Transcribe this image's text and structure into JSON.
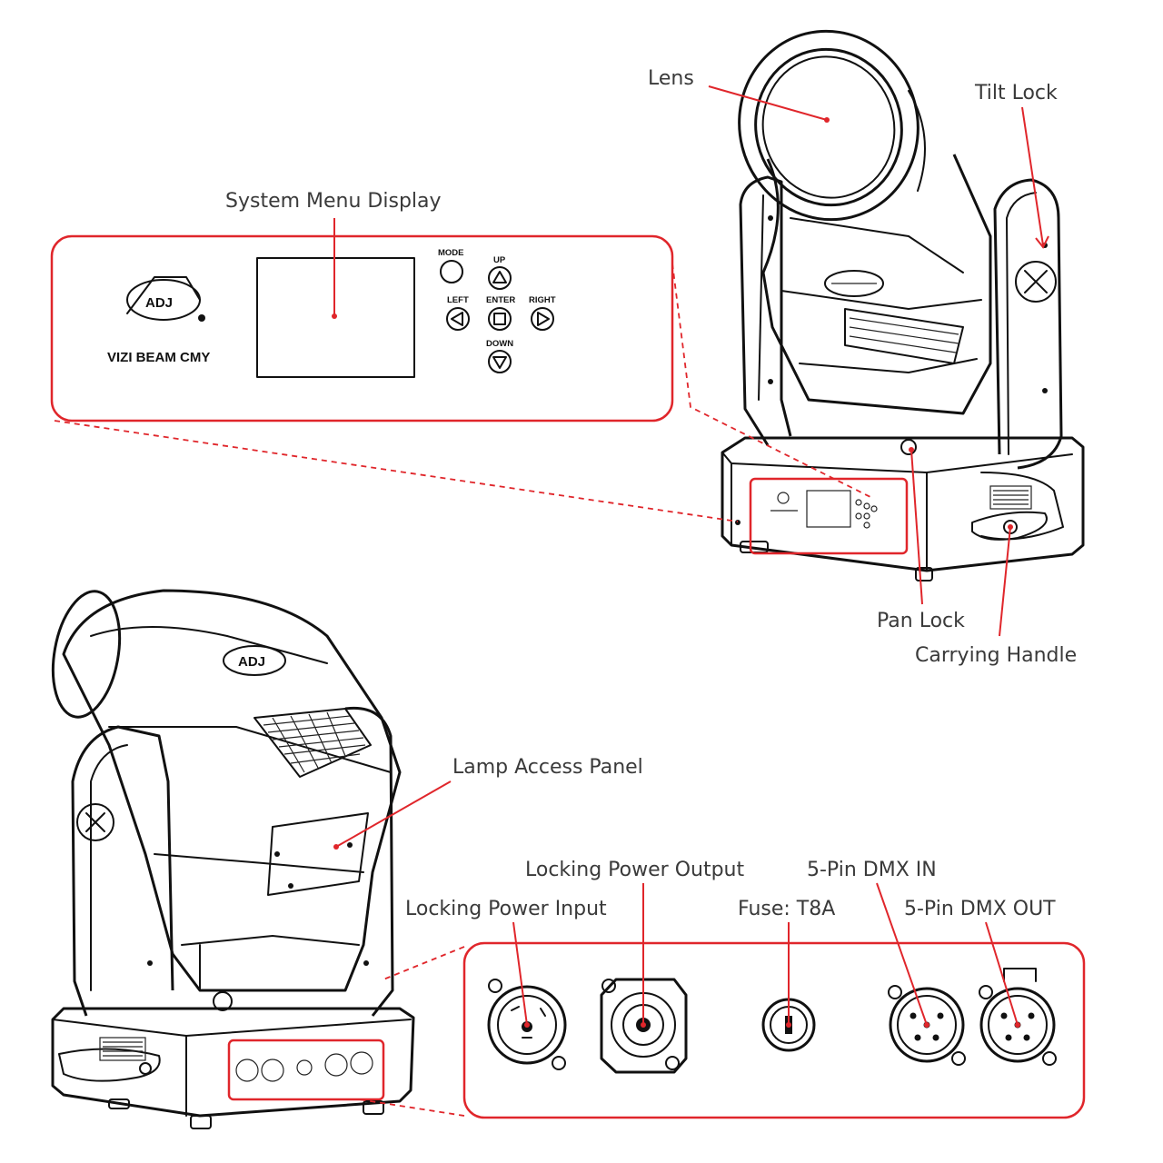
{
  "callouts": {
    "lens": "Lens",
    "tilt_lock": "Tilt Lock",
    "system_menu_display": "System Menu Display",
    "pan_lock": "Pan Lock",
    "carrying_handle": "Carrying Handle",
    "lamp_access_panel": "Lamp Access Panel",
    "locking_power_output": "Locking Power Output",
    "locking_power_input": "Locking Power Input",
    "fuse": "Fuse: T8A",
    "dmx_in": "5-Pin DMX IN",
    "dmx_out": "5-Pin DMX OUT"
  },
  "control_panel": {
    "model_name": "VIZI BEAM CMY",
    "logo": "ADJ",
    "buttons": {
      "mode": "MODE",
      "up": "UP",
      "left": "LEFT",
      "enter": "ENTER",
      "right": "RIGHT",
      "down": "DOWN"
    }
  },
  "colors": {
    "accent": "#e0262b",
    "line": "#111111",
    "label": "#3a3a3a"
  }
}
